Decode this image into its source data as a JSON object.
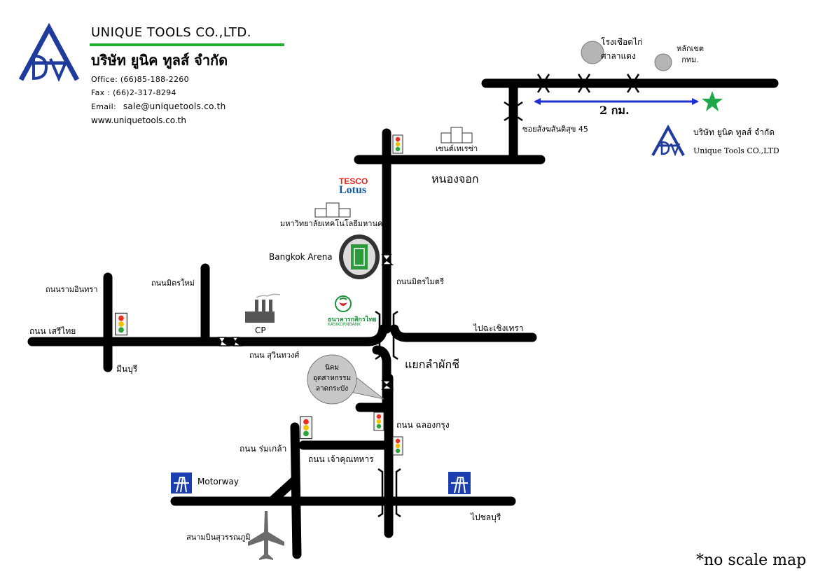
{
  "company": {
    "name_en": "UNIQUE TOOLS CO.,LTD.",
    "name_th": "บริษัท ยูนิค ทูลส์ จำกัด",
    "logo_text": "ADV",
    "office": "Office: (66)85-188-2260",
    "fax": "Fax      : (66)2-317-8294",
    "email_label": "Email:",
    "email": "sale@uniquetools.co.th",
    "website": "www.uniquetools.co.th"
  },
  "legend": {
    "name_th": "บริษัท ยูนิค ทูลส์ จำกัด",
    "name_en": "Unique Tools CO.,LTD"
  },
  "labels": {
    "distance": "2 กม.",
    "chicken_factory": "โรงเชือดไก่\nศาลาแดง",
    "boundary_post": "หลักเขต\nกทม.",
    "soi": "ซอยสังฆสันติสุข 45",
    "tech_college": "เซนต์เทเรซ่า",
    "nong_chok": "หนองจอก",
    "tesco_top": "TESCO",
    "tesco_bottom": "Lotus",
    "university": "มหาวิทยาลัยเทคโนโลยีมหานคร",
    "bangkok_arena": "Bangkok Arena",
    "mitmaitri_road": "ถนนมิตรไมตรี",
    "ramintra_road": "ถนนรามอินทรา",
    "mitmai_road": "ถนนมิตรใหม่",
    "kasikorn_top": "ธนาคารกสิกรไทย",
    "kasikorn_bottom": "KASIKORNBANK",
    "cp": "CP",
    "to_chachoengsao": "ไปฉะเชิงเทรา",
    "serithai_road": "ถนน เสรีไทย",
    "suwinthawong_road": "ถนน สุวินทวงศ์",
    "minburi": "มีนบุรี",
    "lam_phak_chi": "แยกลำผักชี",
    "industrial_estate": "นิคม\nอุตสาหกรรม\nลาดกระบัง",
    "chalong_krung": "ถนน ฉลองกรุง",
    "romklao_road": "ถนน ร่มเกล้า",
    "chaokhunthahan_road": "ถนน เจ้าคุณทหาร",
    "motorway": "Motorway",
    "to_chonburi": "ไปชลบุรี",
    "suvarnabhumi": "สนามบินสุวรรณภูมิ",
    "no_scale": "*no scale map"
  },
  "icon_names": {
    "traffic_light": "traffic-light-icon",
    "bridge": "bridge-icon",
    "building": "building-icon",
    "factory": "factory-icon",
    "stadium": "stadium-icon",
    "bank": "bank-logo-icon",
    "motorway": "motorway-sign-icon",
    "airplane": "airplane-icon",
    "destination": "star-destination-icon",
    "landmark": "circle-landmark-icon"
  },
  "colors": {
    "road": "#000000",
    "logo_blue": "#1f3b9c",
    "divider_green": "#21b233",
    "arrow_blue": "#1f2fd6",
    "star_green": "#1ea84a",
    "landmark_grey": "#b5b5b5",
    "motorway_blue": "#1b3fb0",
    "tesco_red": "#e2231a",
    "tesco_blue": "#0f5ca7",
    "kasikorn_green": "#1b8f3a",
    "kasikorn_red": "#d2232a"
  }
}
